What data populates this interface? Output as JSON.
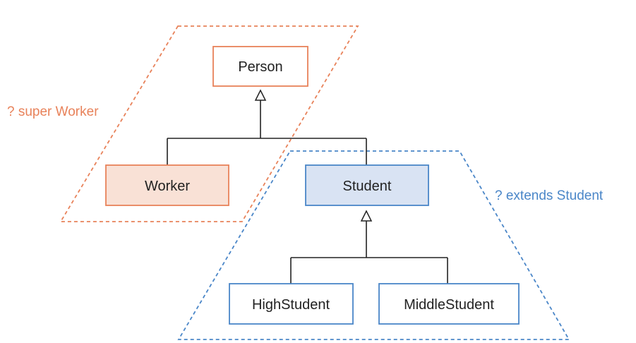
{
  "colors": {
    "orange": "#E8825A",
    "orange_fill": "#F9E1D6",
    "blue": "#4A86C8",
    "blue_fill": "#D9E3F3",
    "line": "#222222",
    "text": "#222222"
  },
  "nodes": {
    "person": "Person",
    "worker": "Worker",
    "student": "Student",
    "high_student": "HighStudent",
    "middle_student": "MiddleStudent"
  },
  "regions": {
    "super_worker": "? super Worker",
    "extends_student": "? extends Student"
  }
}
